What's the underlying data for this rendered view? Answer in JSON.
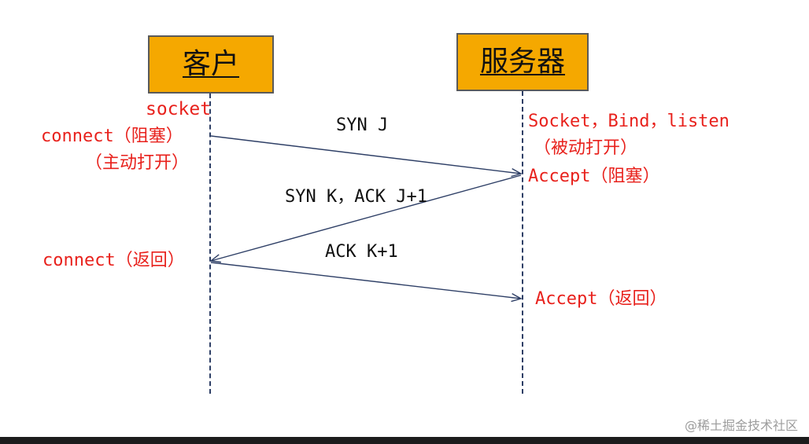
{
  "actors": {
    "client": {
      "label": "客户"
    },
    "server": {
      "label": "服务器"
    }
  },
  "client_annotations": {
    "socket": "socket",
    "connect_block": "connect（阻塞）",
    "active_open": "（主动打开）",
    "connect_return": "connect（返回）"
  },
  "server_annotations": {
    "socket_bind_listen": "Socket，Bind，listen",
    "passive_open": "（被动打开）",
    "accept_block": "Accept（阻塞）",
    "accept_return": "Accept（返回）"
  },
  "messages": {
    "syn_j": "SYN J",
    "syn_k_ack": "SYN K，ACK J+1",
    "ack_k": "ACK K+1"
  },
  "colors": {
    "actor_fill": "#f5a800",
    "annotation_red": "#e8211c",
    "line_blue": "#2e3f66"
  },
  "watermark": "@稀土掘金技术社区"
}
